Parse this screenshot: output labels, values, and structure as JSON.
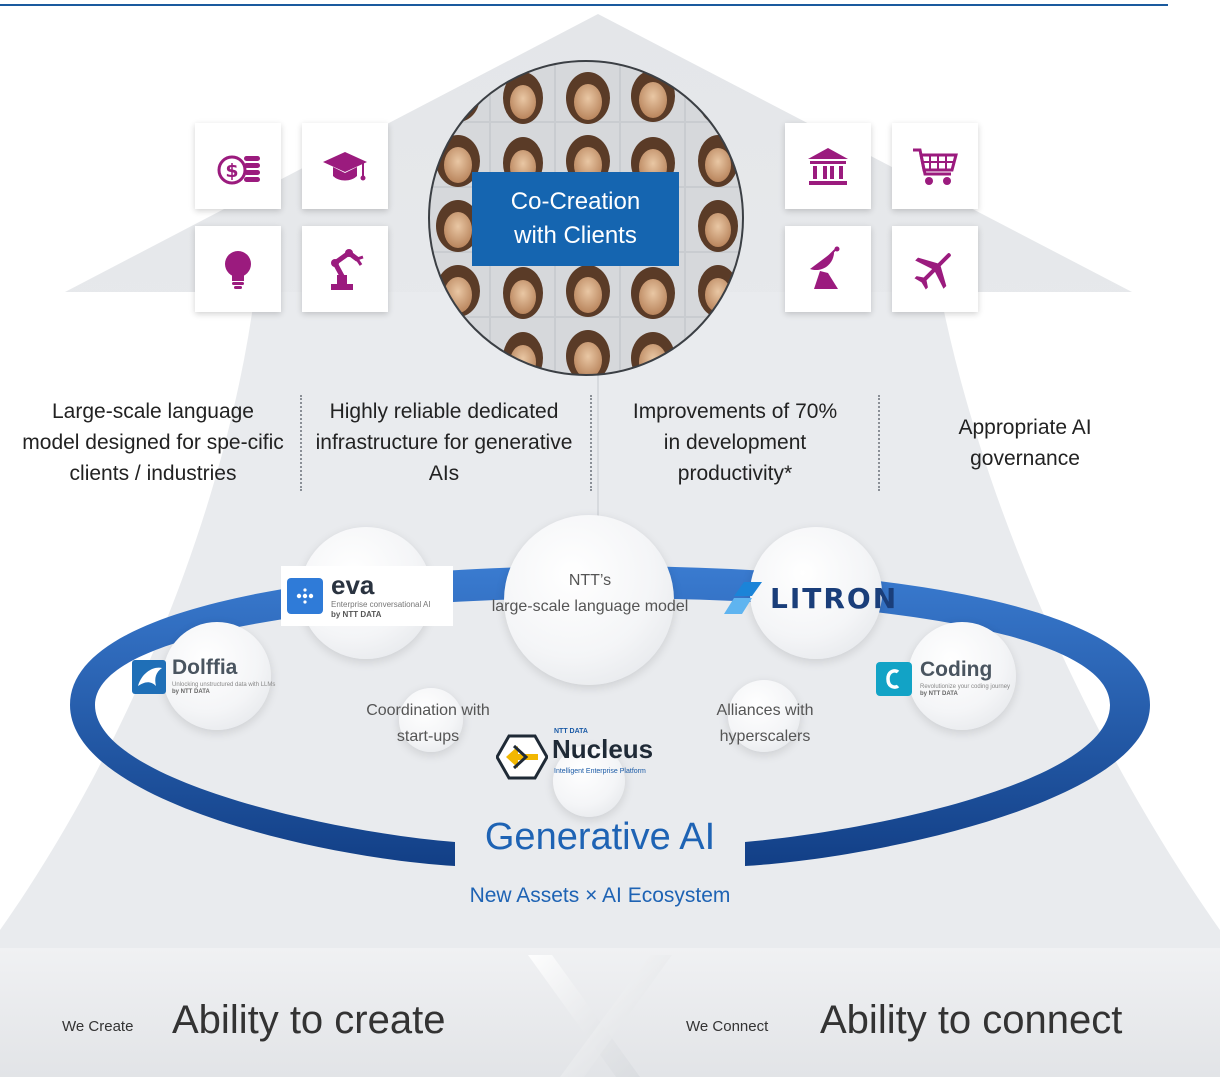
{
  "hero": {
    "label": "Co-Creation\nwith Clients"
  },
  "icons_left": [
    "coins-icon",
    "graduation-cap-icon",
    "lightbulb-icon",
    "robot-arm-icon"
  ],
  "icons_right": [
    "bank-icon",
    "shopping-cart-icon",
    "satellite-dish-icon",
    "airplane-icon"
  ],
  "features": [
    "Large-scale language model designed for spe-cific clients / industries",
    "Highly reliable dedicated infrastructure for generative AIs",
    "Improvements of 70% in development productivity*",
    "Appropriate AI governance"
  ],
  "ecosystem": {
    "center": "NTT’s\nlarge-scale language model",
    "coordination": "Coordination with\nstart-ups",
    "alliances": "Alliances with\nhyperscalers",
    "title": "Generative AI",
    "subtitle": "New Assets × AI Ecosystem"
  },
  "logos": {
    "eva": {
      "name": "eva",
      "tagline": "Enterprise conversational AI",
      "by": "by NTT DATA"
    },
    "litron": {
      "name": "LITRON"
    },
    "dolffia": {
      "name": "Dolffia",
      "tagline": "Unlocking unstructured data with LLMs",
      "by": "by NTT DATA"
    },
    "coding": {
      "name": "Coding",
      "tagline": "Revolutionize your coding journey",
      "by": "by NTT DATA"
    },
    "nucleus": {
      "top": "NTT DATA",
      "name": "Nucleus",
      "tagline": "Intelligent Enterprise Platform"
    }
  },
  "bottom": {
    "left_small": "We Create",
    "left_big": "Ability to create",
    "right_small": "We Connect",
    "right_big": "Ability to connect"
  },
  "colors": {
    "accent_blue": "#1565b0",
    "icon_purple": "#9b1b7e",
    "ring_blue": "#1e5fb0"
  }
}
